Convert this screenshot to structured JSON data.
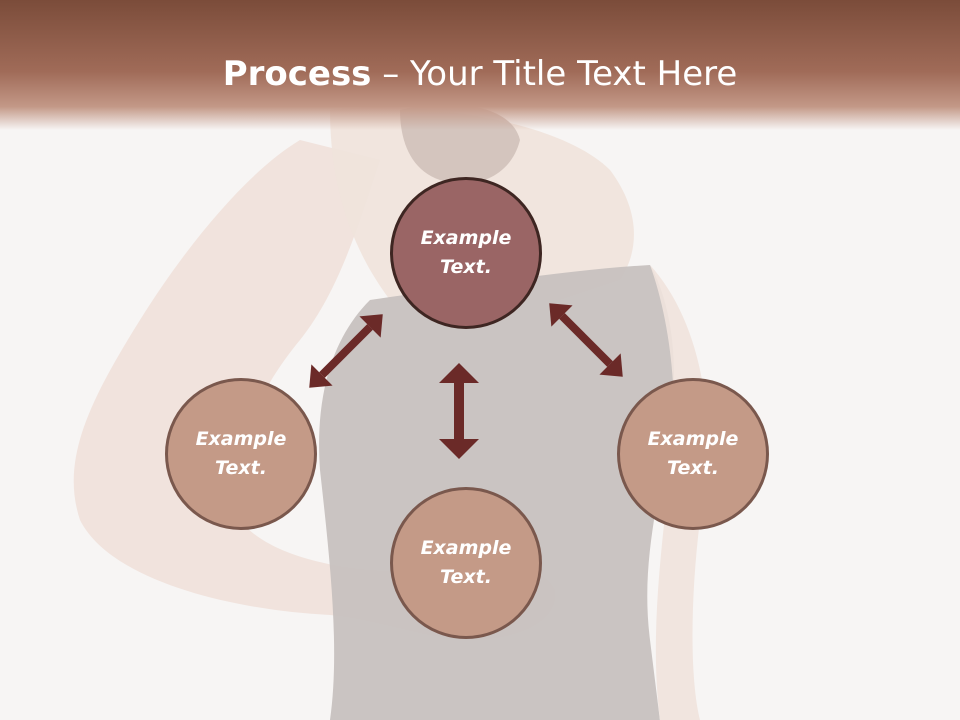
{
  "title": {
    "bold": "Process",
    "rest": " – Your Title Text Here"
  },
  "nodes": {
    "top": [
      "Example",
      "Text."
    ],
    "left": [
      "Example",
      "Text."
    ],
    "right": [
      "Example",
      "Text."
    ],
    "bottom": [
      "Example",
      "Text."
    ]
  },
  "colors": {
    "title_bar": "#a06b58",
    "top_circle": "#9a6565",
    "other_circles": "#c49a87",
    "arrows": "#6b2a28"
  }
}
